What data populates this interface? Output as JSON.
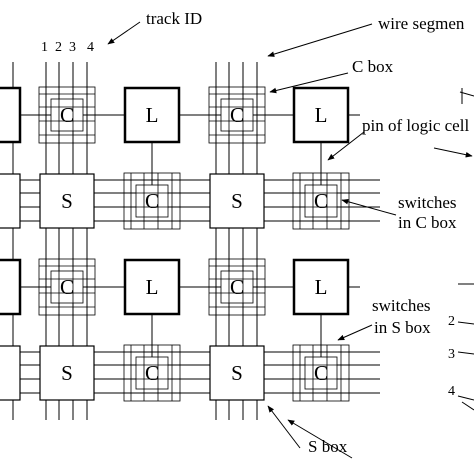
{
  "track_numbers": [
    "1",
    "2",
    "3",
    "4"
  ],
  "right_numbers": [
    "2",
    "3",
    "4"
  ],
  "labels": {
    "track_id": "track ID",
    "wire_segment": "wire segmen",
    "c_box": "C  box",
    "pin": "pin of logic cell",
    "switches_c_1": "switches",
    "switches_c_2": "in C box",
    "switches_s_1": "switches",
    "switches_s_2": "in S box",
    "s_box": "S  box"
  },
  "rows": [
    [
      "",
      "C",
      "L",
      "C",
      "L"
    ],
    [
      "",
      "S",
      "C",
      "S",
      "C"
    ],
    [
      "",
      "C",
      "L",
      "C",
      "L"
    ],
    [
      "",
      "S",
      "C",
      "S",
      "C"
    ]
  ]
}
